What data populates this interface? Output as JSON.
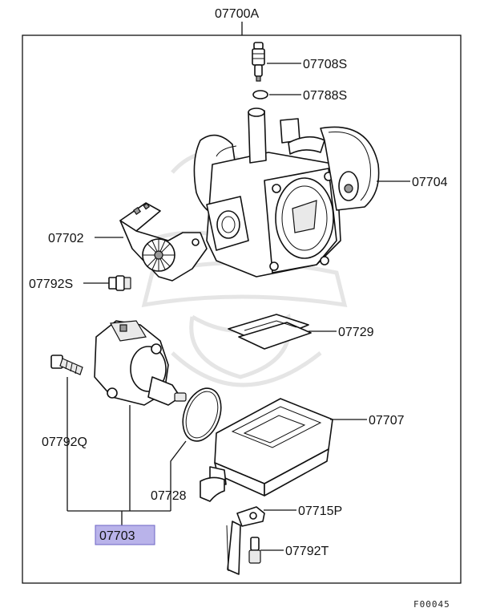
{
  "diagram": {
    "assembly_label": "07700A",
    "figure_code": "F00045",
    "highlight_color": "#b9b3ea",
    "callouts": {
      "p07708S": "07708S",
      "p07788S": "07788S",
      "p07704": "07704",
      "p07702": "07702",
      "p07792S": "07792S",
      "p07729": "07729",
      "p07707": "07707",
      "p07792Q": "07792Q",
      "p07728": "07728",
      "p07715P": "07715P",
      "p07703": "07703",
      "p07792T": "07792T"
    },
    "parts": [
      "fitting-07708S",
      "o-ring-07788S",
      "throttle-body-07704",
      "throttle-position-sensor-07702",
      "screw-07792S",
      "gasket-07729",
      "cover-07707",
      "screw-07792Q",
      "o-ring-07728",
      "bracket-07715P",
      "idle-speed-control-motor-07703",
      "screw-07792T"
    ]
  }
}
